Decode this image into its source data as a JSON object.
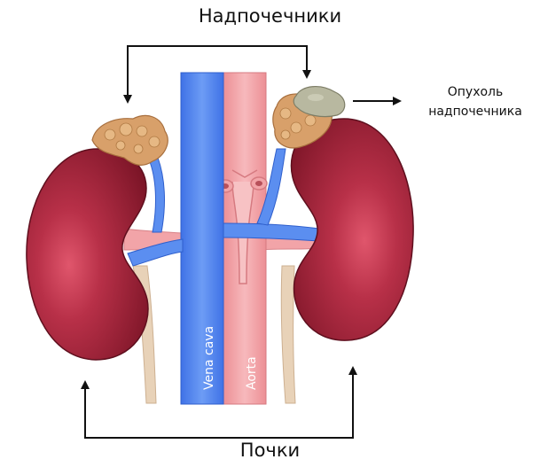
{
  "labels": {
    "adrenal_glands": "Надпочечники",
    "kidneys": "Почки",
    "tumor": "Опухоль надпочечника",
    "vena_cava": "Vena cava",
    "aorta": "Aorta"
  },
  "colors": {
    "kidney": "#8c1a2e",
    "kidney_highlight": "#e0566c",
    "vein": "#5b8ef0",
    "artery": "#f2a4a8",
    "adrenal": "#d8a06a",
    "tumor": "#b8b8a0",
    "ureter": "#e8d2b8",
    "arrow": "#111111"
  },
  "icons": {
    "label_arrows": "arrow-icon"
  }
}
